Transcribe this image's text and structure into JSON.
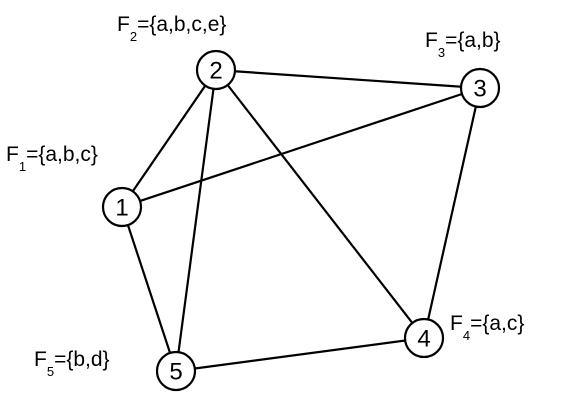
{
  "nodes": [
    {
      "id": "1",
      "label": "1",
      "set_letter": "F",
      "set_index": "1",
      "set_value": "={a,b,c}"
    },
    {
      "id": "2",
      "label": "2",
      "set_letter": "F",
      "set_index": "2",
      "set_value": "={a,b,c,e}"
    },
    {
      "id": "3",
      "label": "3",
      "set_letter": "F",
      "set_index": "3",
      "set_value": "={a,b}"
    },
    {
      "id": "4",
      "label": "4",
      "set_letter": "F",
      "set_index": "4",
      "set_value": "={a,c}"
    },
    {
      "id": "5",
      "label": "5",
      "set_letter": "F",
      "set_index": "5",
      "set_value": "={b,d}"
    }
  ],
  "edges": [
    {
      "from": "1",
      "to": "2"
    },
    {
      "from": "1",
      "to": "3"
    },
    {
      "from": "1",
      "to": "5"
    },
    {
      "from": "2",
      "to": "3"
    },
    {
      "from": "2",
      "to": "4"
    },
    {
      "from": "2",
      "to": "5"
    },
    {
      "from": "3",
      "to": "4"
    },
    {
      "from": "4",
      "to": "5"
    }
  ]
}
